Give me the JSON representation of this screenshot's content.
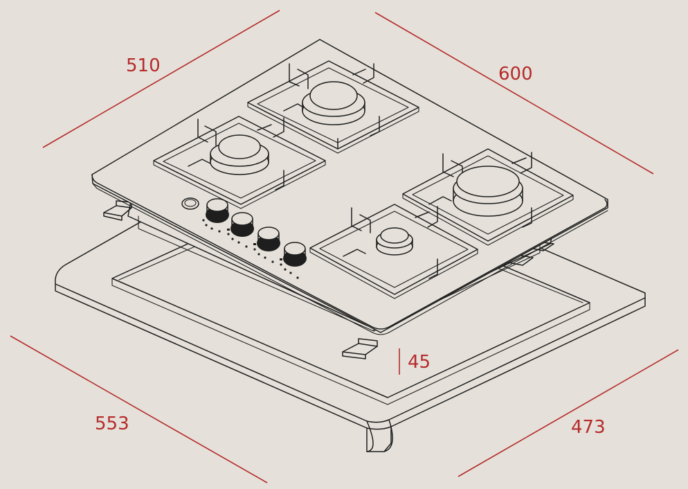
{
  "dimensions": {
    "top_depth": "510",
    "top_width": "600",
    "cutout_depth": "553",
    "cutout_width": "473",
    "height": "45"
  },
  "colors": {
    "background": "#e5e1da",
    "dimension_lines": "#b52a2a",
    "line_art": "#1e1e1e"
  }
}
